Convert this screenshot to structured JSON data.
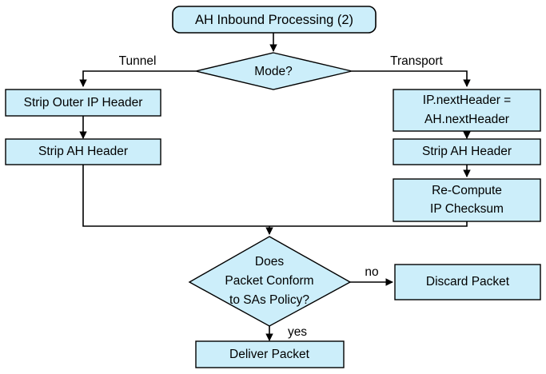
{
  "diagram": {
    "title": "AH Inbound Processing (2)",
    "colors": {
      "node_fill": "#cceefa",
      "node_stroke": "#000000",
      "background": "#ffffff",
      "text": "#000000"
    },
    "nodes": [
      {
        "id": "start",
        "type": "rounded-rect",
        "label": "AH Inbound Processing (2)"
      },
      {
        "id": "mode",
        "type": "diamond",
        "label": "Mode?"
      },
      {
        "id": "strip_outer",
        "type": "rect",
        "label": "Strip Outer IP Header"
      },
      {
        "id": "strip_ah_l",
        "type": "rect",
        "label": "Strip AH Header"
      },
      {
        "id": "next_header",
        "type": "rect",
        "label_line1": "IP.nextHeader =",
        "label_line2": "AH.nextHeader"
      },
      {
        "id": "strip_ah_r",
        "type": "rect",
        "label": "Strip AH Header"
      },
      {
        "id": "recompute",
        "type": "rect",
        "label_line1": "Re-Compute",
        "label_line2": "IP Checksum"
      },
      {
        "id": "conform",
        "type": "diamond",
        "label_line1": "Does",
        "label_line2": "Packet Conform",
        "label_line3": "to SAs Policy?"
      },
      {
        "id": "discard",
        "type": "rect",
        "label": "Discard Packet"
      },
      {
        "id": "deliver",
        "type": "rect",
        "label": "Deliver Packet"
      }
    ],
    "edge_labels": {
      "tunnel": "Tunnel",
      "transport": "Transport",
      "no": "no",
      "yes": "yes"
    }
  }
}
